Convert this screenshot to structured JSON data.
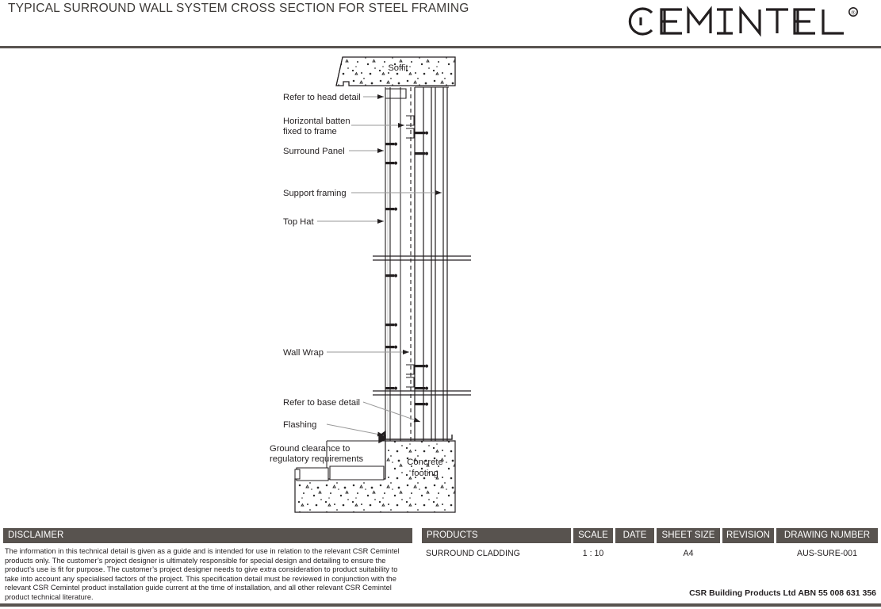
{
  "header": {
    "title": "TYPICAL SURROUND WALL SYSTEM CROSS SECTION FOR STEEL FRAMING",
    "brand": "CEMINTEL",
    "brand_mark": "®"
  },
  "drawing": {
    "labels": [
      {
        "id": "soffit",
        "text": "Soffit"
      },
      {
        "id": "refer-head-detail",
        "text": "Refer to head detail"
      },
      {
        "id": "horizontal-batten-1",
        "text": "Horizontal batten"
      },
      {
        "id": "horizontal-batten-2",
        "text": "fixed to frame"
      },
      {
        "id": "surround-panel",
        "text": "Surround Panel"
      },
      {
        "id": "support-framing",
        "text": "Support framing"
      },
      {
        "id": "top-hat",
        "text": "Top Hat"
      },
      {
        "id": "wall-wrap",
        "text": "Wall Wrap"
      },
      {
        "id": "refer-base-detail",
        "text": "Refer to base detail"
      },
      {
        "id": "flashing",
        "text": "Flashing"
      },
      {
        "id": "ground-clearance-1",
        "text": "Ground clearance to"
      },
      {
        "id": "ground-clearance-2",
        "text": "regulatory requirements"
      },
      {
        "id": "concrete-footing-1",
        "text": "Concrete"
      },
      {
        "id": "concrete-footing-2",
        "text": "footing"
      }
    ]
  },
  "footer": {
    "disclaimer_header": "DISCLAIMER",
    "disclaimer_body": "The information in this technical detail is given as a guide and is intended for use in relation to the relevant CSR Cemintel products only. The customer’s project designer is ultimately responsible for special design and detailing to ensure the product’s use is fit for purpose. The customer’s project designer needs to give extra consideration to product suitability to take into account any specialised factors of the project. This specification detail must be reviewed in conjunction with the relevant CSR Cemintel product installation guide current at the time of installation, and all other relevant CSR Cemintel product technical literature.",
    "columns": [
      {
        "id": "products",
        "header": "PRODUCTS",
        "value": "SURROUND CLADDING"
      },
      {
        "id": "scale",
        "header": "SCALE",
        "value": "1 : 10"
      },
      {
        "id": "date",
        "header": "DATE",
        "value": ""
      },
      {
        "id": "sheet-size",
        "header": "SHEET SIZE",
        "value": "A4"
      },
      {
        "id": "revision",
        "header": "REVISION",
        "value": ""
      },
      {
        "id": "drawing-number",
        "header": "DRAWING NUMBER",
        "value": "AUS-SURE-001"
      }
    ],
    "abn": "CSR Building Products Ltd ABN  55 008 631 356"
  },
  "colors": {
    "bar": "#58534f",
    "ink": "#231f20",
    "leader": "#8a8a8a",
    "paper": "#ffffff"
  }
}
